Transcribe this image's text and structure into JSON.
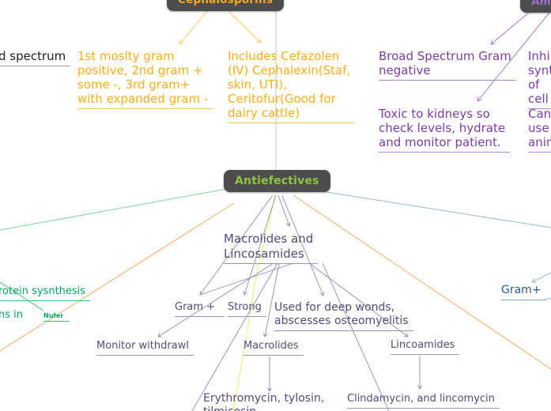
{
  "app": {
    "type": "mind-map"
  },
  "palette": {
    "node_background": "#4d4d4d",
    "cephalosporins_text": "#f7a823",
    "antiefectives_text": "#8dc63f",
    "aminoglycosides_text": "#9a6fd0",
    "orange_branch": "#fbae17",
    "purple_branch": "#7d3ba6",
    "slate_branch": "#554a75",
    "green_branch": "#00a562",
    "blue_branch": "#2d5986"
  },
  "nodes": {
    "cephalosporins": {
      "label": "Cephalosporins"
    },
    "antiefectives": {
      "label": "Antiefectives"
    },
    "top_right": {
      "label": "Aminoglycosides"
    }
  },
  "labels": {
    "broad_spectrum_fragment": "d spectrum",
    "ceph_generations": "1st moslty gram\npositive, 2nd gram +\nsome -, 3rd gram+\nwith expanded gram -",
    "ceph_includes": "Includes Cefazolen\n(IV) Cephalexin(Staf,\nskin, UTI),\nCeritofur(Good for\ndairy cattle)",
    "broad_gram_negative": "Broad Spectrum Gram\nnegative",
    "toxic_kidneys": "Toxic to kidneys so\ncheck levels, hydrate\nand monitor patient.",
    "inhibits_fragment": "Inhibits\nsynthesis of\ncell wall",
    "animals_fragment": "Can not use in\nanimals",
    "macrolides_lincosamides_title": "Macrolides and\nLincosamides",
    "gram_plus_left": "Gram +",
    "strong": "Strong",
    "used_for": "Used for deep wonds,\nabscesses osteomyelitis",
    "monitor_withdrawl": "Monitor withdrawl",
    "macrolides": "Macrolides",
    "lincoamides": "Lincoamides",
    "erythromycin_list": "Erythromycin, tylosin,\ntilmicosin",
    "clindamycin_list": "Clindamycin, and lincomycin",
    "gram_plus_right": "Gram+",
    "protein_fragment": "rotein sysnthesis",
    "ns_in_fragment": "ns in",
    "nufer": "Nufer"
  }
}
